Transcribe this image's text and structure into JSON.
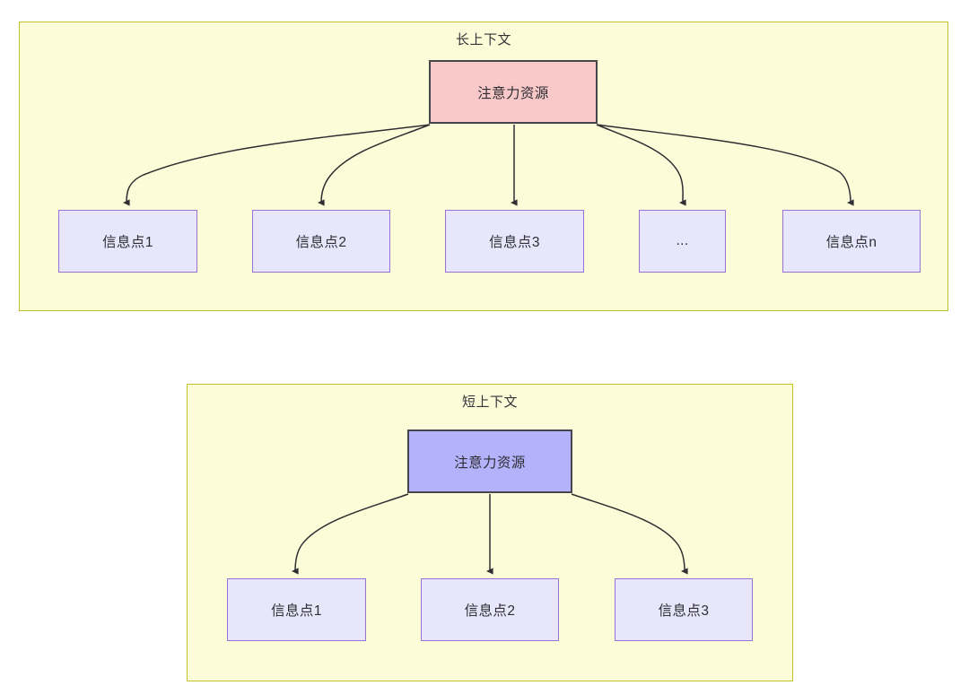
{
  "diagram": {
    "type": "flow-diagram",
    "background_color": "#ffffff",
    "panels": [
      {
        "id": "long-context",
        "title": "长上下文",
        "fill_color": "#fcfcd9",
        "border_color": "#c2c22d",
        "root": {
          "label": "注意力资源",
          "fill_color": "#f9c9c9",
          "border_color": "#45454b"
        },
        "children": [
          {
            "label": "信息点1",
            "fill_color": "#e7e6fb",
            "border_color": "#9a73d6"
          },
          {
            "label": "信息点2",
            "fill_color": "#e7e6fb",
            "border_color": "#9a73d6"
          },
          {
            "label": "信息点3",
            "fill_color": "#e7e6fb",
            "border_color": "#9a73d6"
          },
          {
            "label": "...",
            "fill_color": "#e7e6fb",
            "border_color": "#9a73d6"
          },
          {
            "label": "信息点n",
            "fill_color": "#e7e6fb",
            "border_color": "#9a73d6"
          }
        ]
      },
      {
        "id": "short-context",
        "title": "短上下文",
        "fill_color": "#fcfcd9",
        "border_color": "#c2c22d",
        "root": {
          "label": "注意力资源",
          "fill_color": "#b4b2fa",
          "border_color": "#45454b"
        },
        "children": [
          {
            "label": "信息点1",
            "fill_color": "#e7e6fb",
            "border_color": "#9a73d6"
          },
          {
            "label": "信息点2",
            "fill_color": "#e7e6fb",
            "border_color": "#9a73d6"
          },
          {
            "label": "信息点3",
            "fill_color": "#e7e6fb",
            "border_color": "#9a73d6"
          }
        ]
      }
    ],
    "edge_color": "#2e2e33"
  }
}
